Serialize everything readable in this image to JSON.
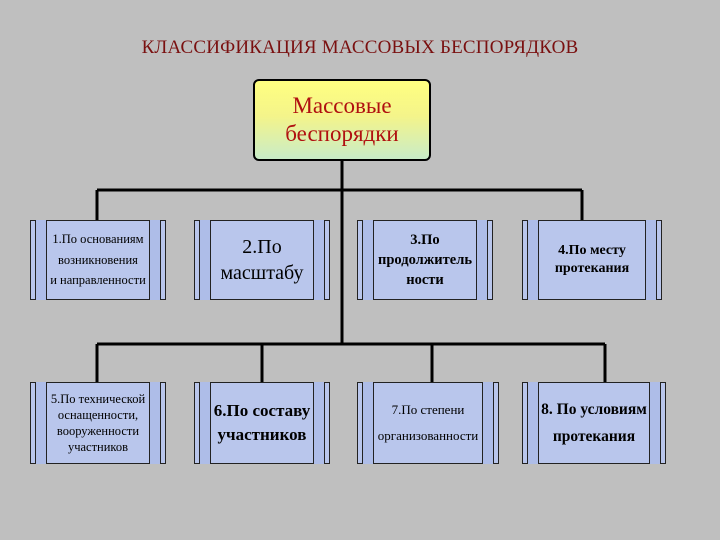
{
  "title": "КЛАССИФИКАЦИЯ МАССОВЫХ БЕСПОРЯДКОВ",
  "root": "Массовые\nбеспорядки",
  "row1": [
    {
      "id": "n1",
      "text": "1.По основаниям\nвозникновения\nи направленности"
    },
    {
      "id": "n2",
      "text": "2.По\nмасштабу"
    },
    {
      "id": "n3",
      "text": "3.По\nпродолжитель\nности"
    },
    {
      "id": "n4",
      "text": "4.По месту\nпротекания"
    }
  ],
  "row2": [
    {
      "id": "n5",
      "text": "5.По технической\nоснащенности,\nвооруженности\nучастников"
    },
    {
      "id": "n6",
      "text": "6.По составу\nучастников"
    },
    {
      "id": "n7",
      "text": "7.По степени\nорганизованности"
    },
    {
      "id": "n8",
      "text": "8. По условиям\nпротекания"
    }
  ],
  "colors": {
    "background": "#bfbfbf",
    "title": "#7a1010",
    "root_text": "#b01010",
    "node_fill": "#b9c6ec"
  }
}
